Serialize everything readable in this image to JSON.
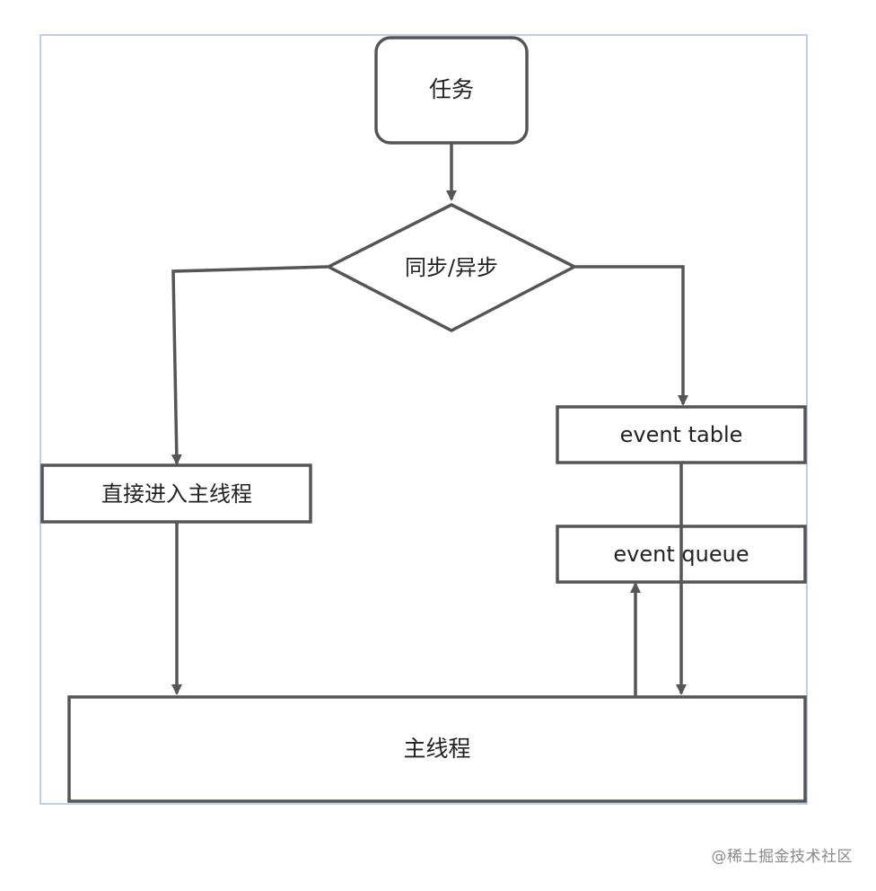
{
  "diagram": {
    "nodes": {
      "task": "任务",
      "sync_async": "同步/异步",
      "direct_main": "直接进入主线程",
      "event_table": "event table",
      "event_queue": "event queue",
      "main_thread": "主线程"
    }
  },
  "watermark": "@稀土掘金技术社区",
  "colors": {
    "stroke": "#555555",
    "frame": "#a9bde0",
    "text": "#222222",
    "watermark": "#8a8a8a"
  }
}
